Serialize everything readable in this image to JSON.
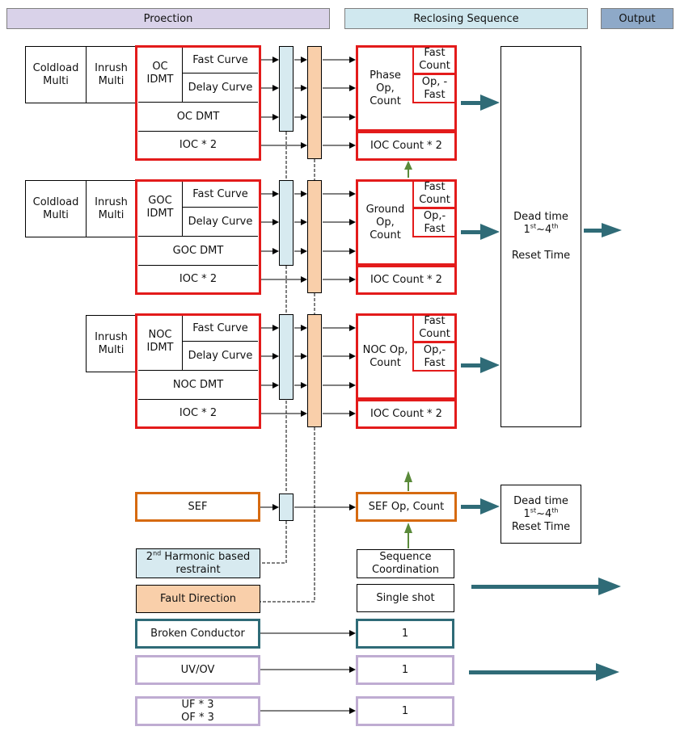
{
  "headers": {
    "protection": "Proection",
    "reclosing": "Reclosing Sequence",
    "output": "Output"
  },
  "colors": {
    "red": "#e31b1b",
    "orange": "#d66a10",
    "teal": "#2f6b77",
    "purple": "#bfacd2",
    "lightblue": "#d7eaf0",
    "peach": "#f9cfaa",
    "green_arrow": "#5a8a3a",
    "header_purple": "#d9d2e9",
    "header_blue": "#d0e8ef",
    "header_output": "#8ea9c8"
  },
  "phase": {
    "coldload": "Coldload\nMulti",
    "inrush": "Inrush\nMulti",
    "idmt": "OC\nIDMT",
    "fast_curve": "Fast Curve",
    "delay_curve": "Delay Curve",
    "dmt": "OC DMT",
    "ioc": "IOC * 2",
    "count": "Phase\nOp,\nCount",
    "fast_count": "Fast\nCount",
    "op_fast": "Op, -\nFast",
    "ioc_count": "IOC Count * 2"
  },
  "ground": {
    "coldload": "Coldload\nMulti",
    "inrush": "Inrush\nMulti",
    "idmt": "GOC\nIDMT",
    "fast_curve": "Fast Curve",
    "delay_curve": "Delay Curve",
    "dmt": "GOC DMT",
    "ioc": "IOC * 2",
    "count": "Ground\nOp,\nCount",
    "fast_count": "Fast\nCount",
    "op_fast": "Op,-\nFast",
    "ioc_count": "IOC Count * 2"
  },
  "noc": {
    "inrush": "Inrush\nMulti",
    "idmt": "NOC\nIDMT",
    "fast_curve": "Fast Curve",
    "delay_curve": "Delay Curve",
    "dmt": "NOC DMT",
    "ioc": "IOC * 2",
    "count": "NOC Op,\nCount",
    "fast_count": "Fast\nCount",
    "op_fast": "Op,-\nFast",
    "ioc_count": "IOC Count * 2"
  },
  "dead_time_main": {
    "line1": "Dead time",
    "line2": "1",
    "sup1": "st",
    "mid": "~4",
    "sup2": "th",
    "line3": "Reset Time"
  },
  "sef": {
    "label": "SEF",
    "count": "SEF Op, Count"
  },
  "dead_time_sef": {
    "line1": "Dead time",
    "line2": "1",
    "sup1": "st",
    "mid": "~4",
    "sup2": "th",
    "line3": "Reset Time"
  },
  "harmonic": {
    "prefix": "2",
    "sup": "nd",
    "rest": " Harmonic based\nrestraint"
  },
  "fault_direction": "Fault Direction",
  "sequence_coordination": "Sequence\nCoordination",
  "single_shot": "Single shot",
  "broken_conductor": {
    "label": "Broken Conductor",
    "value": "1"
  },
  "uvov": {
    "label": "UV/OV",
    "value": "1"
  },
  "ufof": {
    "label": "UF * 3\nOF * 3",
    "value": "1"
  }
}
